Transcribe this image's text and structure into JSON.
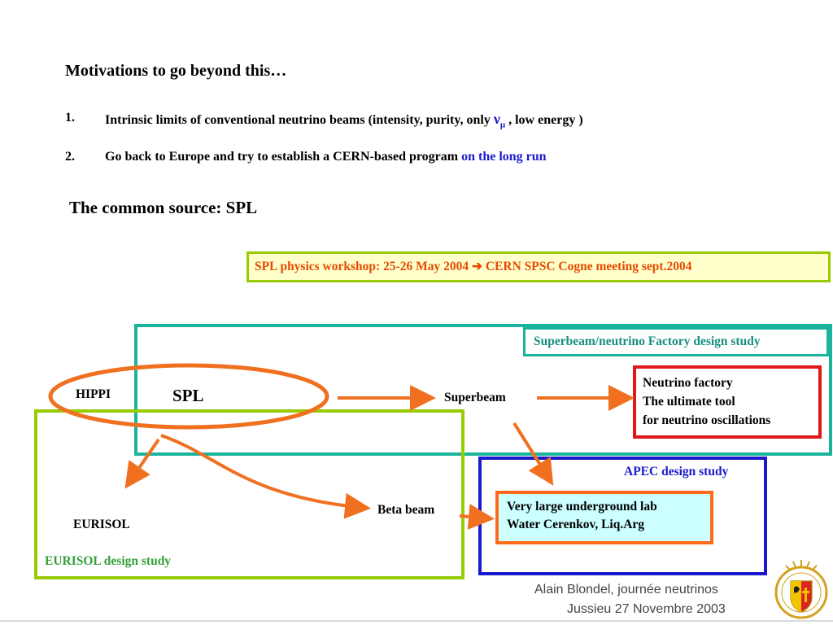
{
  "slide": {
    "title": "Motivations to go beyond this…",
    "items": [
      {
        "number": "1.",
        "text_before": "Intrinsic limits of conventional neutrino beams (intensity, purity, only ",
        "nu_symbol": "ν",
        "nu_subscript": "μ",
        "text_after": " , low energy )"
      },
      {
        "number": "2.",
        "text_before": "Go back to Europe and try to establish a CERN-based program ",
        "highlight": "on the long run"
      }
    ],
    "subtitle": "The common source: SPL"
  },
  "diagram": {
    "workshop": {
      "text_before": "SPL physics workshop: 25-26 May 2004 ",
      "arrow": "➔",
      "text_after": " CERN SPSC Cogne meeting sept.2004"
    },
    "superbeam_study_label": "Superbeam/neutrino Factory design study",
    "eurisol_study_label": "EURISOL design study",
    "apec_study_label": "APEC design study",
    "nodes": {
      "hippi": "HIPPI",
      "spl": "SPL",
      "superbeam": "Superbeam",
      "beta_beam": "Beta beam",
      "eurisol": "EURISOL"
    },
    "neutrino_factory_lines": [
      "Neutrino factory",
      "The ultimate tool",
      "for neutrino oscillations"
    ],
    "underground_lab_lines": [
      "Very large underground lab",
      "Water Cerenkov, Liq.Arg"
    ]
  },
  "footer": {
    "line1": "Alain Blondel, journée neutrinos",
    "line2": "Jussieu 27 Novembre 2003"
  },
  "colors": {
    "arrow_orange": "#f07020",
    "teal": "#1ab39b",
    "lime": "#99cc00",
    "blue": "#1a1acc",
    "red": "#e01818"
  }
}
